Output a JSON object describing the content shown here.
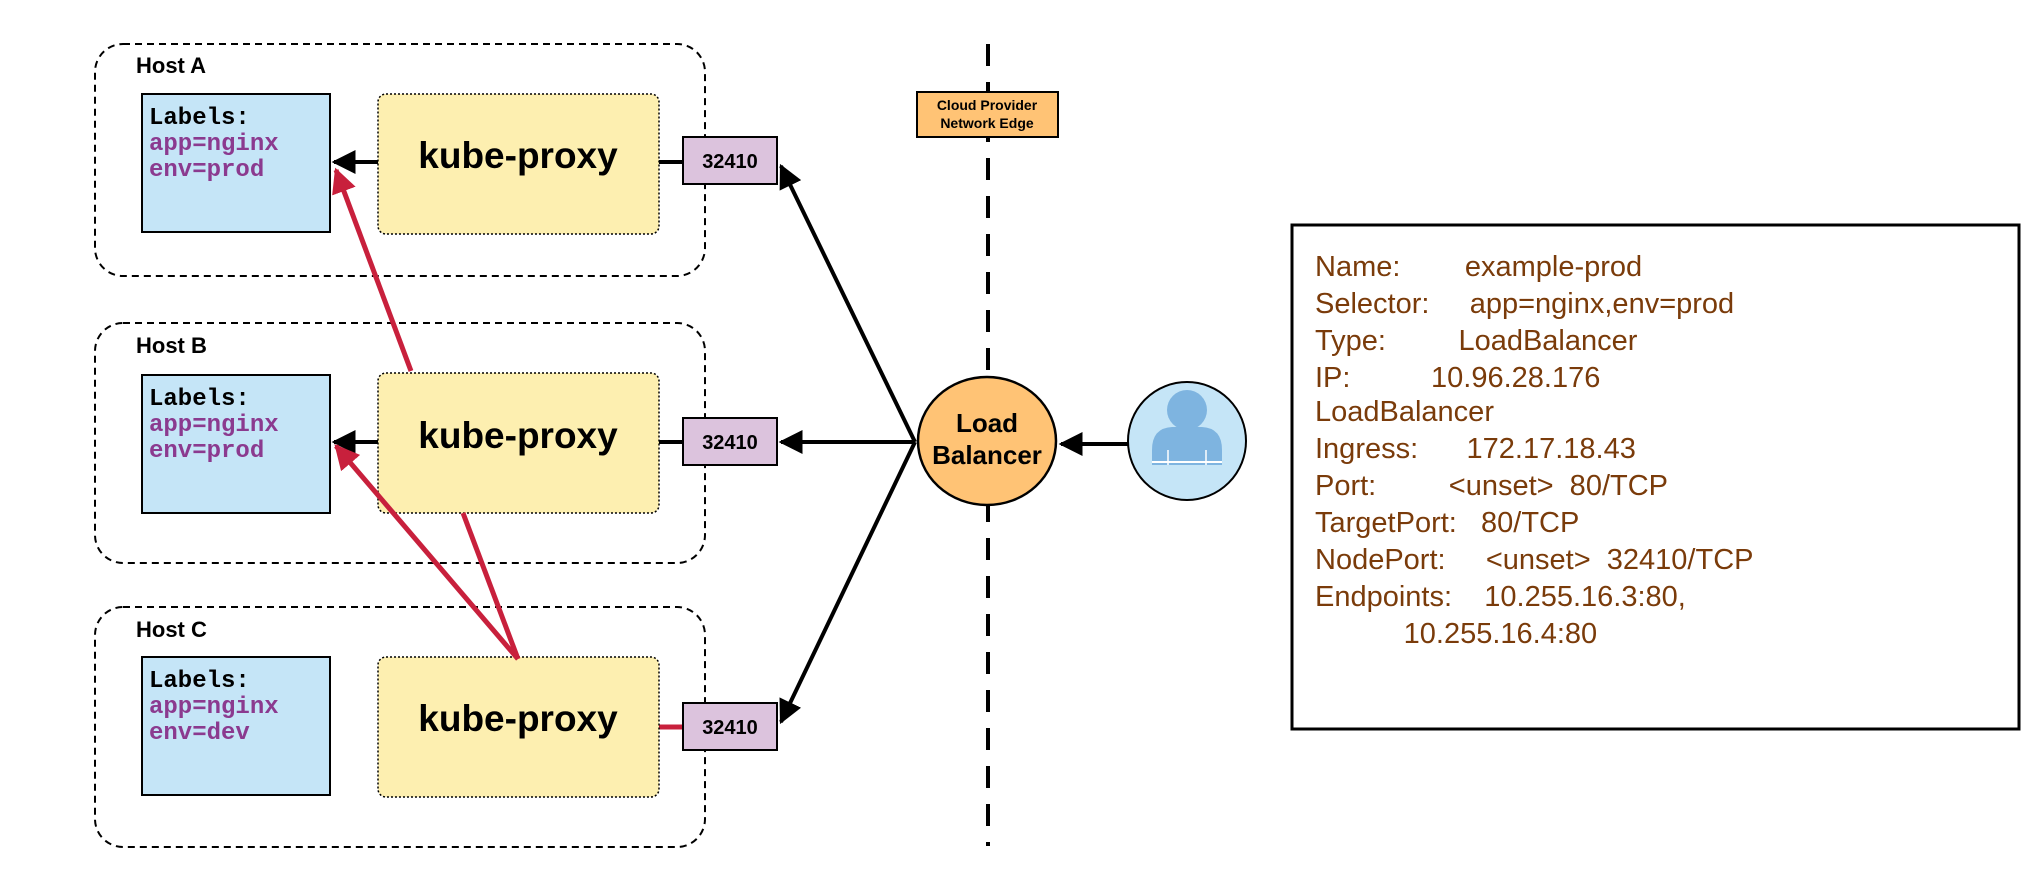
{
  "colors": {
    "label_box_fill": "#c5e5f7",
    "proxy_fill": "#fdefb0",
    "port_fill": "#dcc3dd",
    "balancer_fill": "#ffc375",
    "edge_badge_fill": "#ffc375",
    "user_circle_fill": "#c5e5f7",
    "user_icon": "#7eb4e0",
    "arrow_black": "#000000",
    "arrow_red": "#c8203c",
    "label_value_text": "#8b3a8f",
    "info_text": "#7a3b0a"
  },
  "hosts": [
    {
      "name": "Host A",
      "labels_title": "Labels:",
      "label_app": "app=nginx",
      "label_env": "env=prod",
      "proxy": "kube-proxy",
      "port": "32410"
    },
    {
      "name": "Host B",
      "labels_title": "Labels:",
      "label_app": "app=nginx",
      "label_env": "env=prod",
      "proxy": "kube-proxy",
      "port": "32410"
    },
    {
      "name": "Host C",
      "labels_title": "Labels:",
      "label_app": "app=nginx",
      "label_env": "env=dev",
      "proxy": "kube-proxy",
      "port": "32410"
    }
  ],
  "edge_badge": {
    "line1": "Cloud Provider",
    "line2": "Network Edge"
  },
  "load_balancer": {
    "line1": "Load",
    "line2": "Balancer"
  },
  "user_icon": "user-icon",
  "service_info": {
    "lines": [
      "Name:        example-prod",
      "Selector:     app=nginx,env=prod",
      "Type:         LoadBalancer",
      "IP:          10.96.28.176",
      "LoadBalancer",
      "Ingress:      172.17.18.43",
      "Port:         <unset>  80/TCP",
      "TargetPort:   80/TCP",
      "NodePort:     <unset>  32410/TCP",
      "Endpoints:    10.255.16.3:80,",
      "           10.255.16.4:80"
    ]
  }
}
